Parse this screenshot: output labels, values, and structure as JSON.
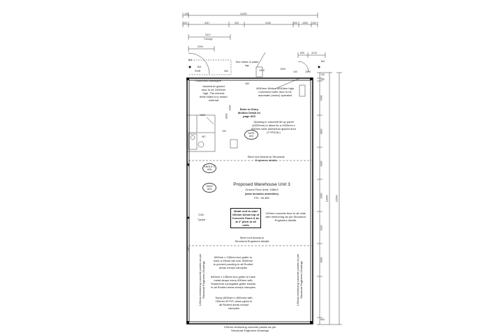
{
  "dims": {
    "top_total": "11150",
    "top_total_side": "100",
    "seg_a": "100",
    "seg_b": "3117",
    "seg_c": "200",
    "seg_d": "4130",
    "seg_e": "100",
    "seg_f": "1000",
    "seg_g": "100",
    "canopy_width": "3417",
    "canopy_label": "Canopy",
    "left_2200": "2200",
    "right_600": "600",
    "right_1140": "1140",
    "door_900": "900",
    "door_450": "450",
    "bol_left": "Bol",
    "bol_right": "Bol",
    "bol_left2": "Bol",
    "pwr": "PWR",
    "cabinet": "1020",
    "sub_dim": "1000",
    "small_100": "100",
    "small_1090": "1090",
    "right_col": [
      "700",
      "100",
      "4300",
      "3800",
      "3000",
      "3000",
      "3010",
      "3000",
      "800"
    ],
    "overall_height": "12600",
    "height_21500": "21500",
    "mid_2150": "2150",
    "typical": "Typical",
    "bay_3600": "3600",
    "bay_1000": "1000",
    "wc_100": "100",
    "kitchen_1630": "1630"
  },
  "labels": {
    "colorbond_downpipe": "Colorbond downpipe",
    "aluminium_door": "Aluminium glazed door to be 2400mm high. The internal finish Maid is to match external",
    "sub_meter": "Sub meter & water tap",
    "roller_door": "4000mm Wide x 4000mm high Colorbond roller door to be automatic (motor) operated",
    "entry_mullion": "Refer to Entry Mullion Detail on page A03",
    "opening_panel": "Opening in concrete tilt up panel (4020mm) to allow for a 2400mm x 900mm wide aluminium glazed door (TYPICAL)",
    "steel_roof_1": "Steel roof beams to Structural Engineers details",
    "unit_title": "Proposed Warehouse Unit 3",
    "floor_area": "Ground Floor Area: 248m2",
    "area_note": "(area includes amenities)",
    "ffl": "FFL: 39.350",
    "metal_roof": "Metal roof to start 100mm below top of Concrete Panel & be at 2° pitch to all units",
    "concrete_floor": "120mm concrete floor to all units with reinforcing as per Structural Engineers details",
    "steel_roof_2": "Steel roof beams to Structural Engineers details",
    "box_gutter": "600mm x 135mm box gutter to have a 25mm fall over 3000mm to prevent ponding to all Roofed areas except canopies",
    "metal_straps": "600mm x 135mm box gutter to have metal straps every 600mm with Shadcome corrugated gutter boards to all Roofed areas except canopies",
    "sump": "Sump (600mm x 600mm) with 150mm Ø PVC down pipes to all Roofed areas except canopies",
    "left_panel": "120mm reinforcing concrete panels as per Structural Engineers Drawings",
    "right_panel": "120mm reinforcing concrete panels as per Structural Engineers Drawings",
    "bottom_panel": "120mm reinforcing concrete panels as per Structural Engineers Drawings"
  },
  "tags": {
    "gate": {
      "id": "GATE",
      "sheet": "A04"
    },
    "kn": {
      "id": "KNOLE 2",
      "sheet": "A05"
    },
    "door": {
      "id": "SD00",
      "sheet": "A03"
    },
    "wc": "WC"
  }
}
